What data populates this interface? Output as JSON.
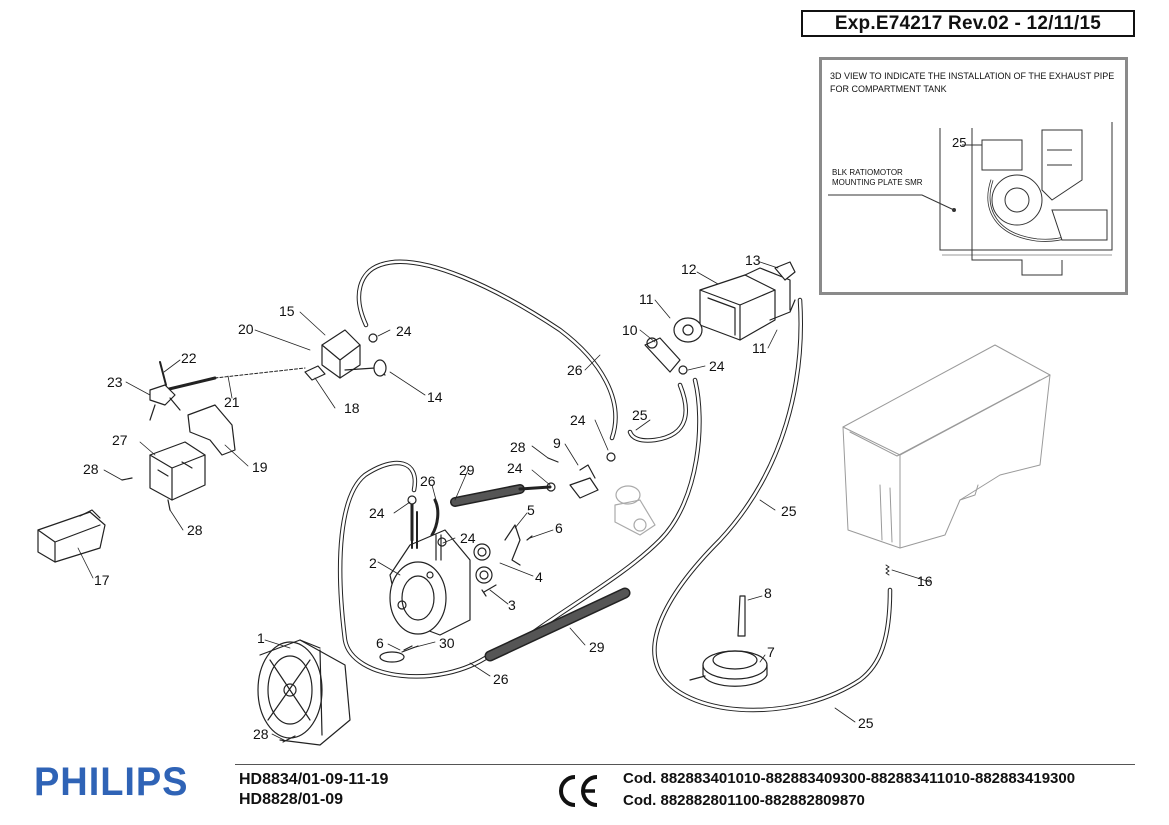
{
  "header": {
    "revision": "Exp.E74217 Rev.02 - 12/11/15"
  },
  "inset": {
    "caption": "3D VIEW TO INDICATE THE INSTALLATION OF THE EXHAUST PIPE FOR COMPARTMENT TANK",
    "label_line1": "BLK RATIOMOTOR",
    "label_line2": "MOUNTING PLATE SMR",
    "part_number": "25"
  },
  "callouts": [
    {
      "id": "c1",
      "text": "1"
    },
    {
      "id": "c2",
      "text": "2"
    },
    {
      "id": "c3",
      "text": "3"
    },
    {
      "id": "c4",
      "text": "4"
    },
    {
      "id": "c5",
      "text": "5"
    },
    {
      "id": "c6a",
      "text": "6"
    },
    {
      "id": "c6b",
      "text": "6"
    },
    {
      "id": "c7",
      "text": "7"
    },
    {
      "id": "c8",
      "text": "8"
    },
    {
      "id": "c9",
      "text": "9"
    },
    {
      "id": "c10",
      "text": "10"
    },
    {
      "id": "c11a",
      "text": "11"
    },
    {
      "id": "c11b",
      "text": "11"
    },
    {
      "id": "c12",
      "text": "12"
    },
    {
      "id": "c13",
      "text": "13"
    },
    {
      "id": "c14",
      "text": "14"
    },
    {
      "id": "c15",
      "text": "15"
    },
    {
      "id": "c16",
      "text": "16"
    },
    {
      "id": "c17",
      "text": "17"
    },
    {
      "id": "c18",
      "text": "18"
    },
    {
      "id": "c19",
      "text": "19"
    },
    {
      "id": "c20",
      "text": "20"
    },
    {
      "id": "c21",
      "text": "21"
    },
    {
      "id": "c22",
      "text": "22"
    },
    {
      "id": "c23",
      "text": "23"
    },
    {
      "id": "c24a",
      "text": "24"
    },
    {
      "id": "c24b",
      "text": "24"
    },
    {
      "id": "c24c",
      "text": "24"
    },
    {
      "id": "c24d",
      "text": "24"
    },
    {
      "id": "c24e",
      "text": "24"
    },
    {
      "id": "c24f",
      "text": "24"
    },
    {
      "id": "c25a",
      "text": "25"
    },
    {
      "id": "c25b",
      "text": "25"
    },
    {
      "id": "c25c",
      "text": "25"
    },
    {
      "id": "c26a",
      "text": "26"
    },
    {
      "id": "c26b",
      "text": "26"
    },
    {
      "id": "c26c",
      "text": "26"
    },
    {
      "id": "c27",
      "text": "27"
    },
    {
      "id": "c28a",
      "text": "28"
    },
    {
      "id": "c28b",
      "text": "28"
    },
    {
      "id": "c28c",
      "text": "28"
    },
    {
      "id": "c28d",
      "text": "28"
    },
    {
      "id": "c29a",
      "text": "29"
    },
    {
      "id": "c29b",
      "text": "29"
    },
    {
      "id": "c30",
      "text": "30"
    }
  ],
  "footer": {
    "brand": "PHILIPS",
    "model_1": "HD8834/01-09-11-19",
    "model_2": "HD8828/01-09",
    "code_1": "Cod. 882883401010-882883409300-882883411010-882883419300",
    "code_2": "Cod. 882882801100-882882809870",
    "brand_color": "#2f63b6"
  }
}
